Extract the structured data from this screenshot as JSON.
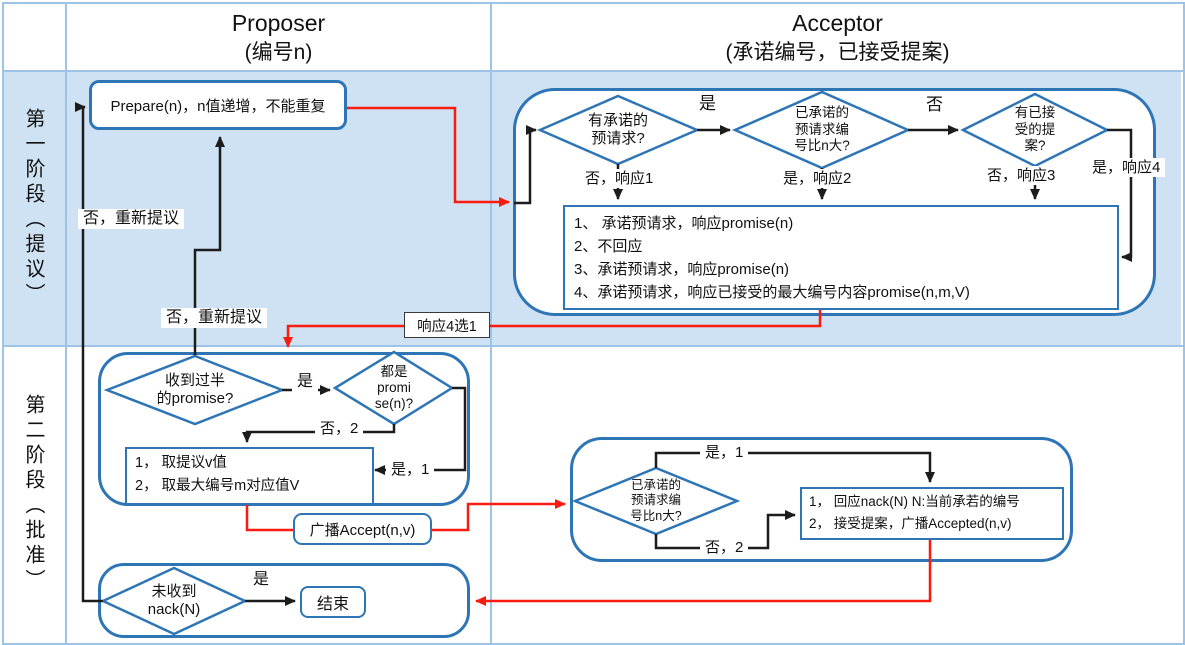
{
  "colors": {
    "accent_blue": "#2e75b6",
    "grid_blue": "#9dc3e6",
    "phase1_row_fill": "#cfe2f3",
    "arrow_black": "#1c1c1c",
    "arrow_red": "#f81d10"
  },
  "header": {
    "proposer_title": "Proposer",
    "proposer_subtitle": "(编号n)",
    "acceptor_title": "Acceptor",
    "acceptor_subtitle": "(承诺编号，已接受提案)"
  },
  "phases": {
    "phase1_label": "第一阶段（提议）",
    "phase2_label": "第二阶段（批准）"
  },
  "proposer_phase1": {
    "prepare_box": "Prepare(n)，n值递增，不能重复",
    "repropose_label_1": "否，重新提议",
    "repropose_label_2": "否，重新提议"
  },
  "acceptor_phase1": {
    "diamond_has_promised_prerequest": "有承诺的\n预请求?",
    "yes_label": "是",
    "diamond_promised_number_greater": "已承诺的\n预请求编\n号比n大?",
    "no_label": "否",
    "diamond_has_accepted_proposal": "有已接\n受的提\n案?",
    "branch_resp1": "否，响应1",
    "branch_resp2": "是，响应2",
    "branch_resp3": "否，响应3",
    "branch_resp4": "是，响应4",
    "responses": [
      "1、 承诺预请求，响应promise(n)",
      "2、不回应",
      "3、承诺预请求，响应promise(n)",
      "4、承诺预请求，响应已接受的最大编号内容promise(n,m,V)"
    ]
  },
  "link_resp4_pick1": "响应4选1",
  "proposer_phase2": {
    "diamond_majority_promise": "收到过半\n的promise?",
    "yes_label": "是",
    "diamond_all_promise": "都是\npromi\nse(n)?",
    "no2_label": "否，2",
    "yes1_label": "是，1",
    "value_box": [
      "1， 取提议v值",
      "2， 取最大编号m对应值V"
    ],
    "broadcast_accept": "广播Accept(n,v)"
  },
  "acceptor_phase2": {
    "diamond_promised_number_greater": "已承诺的\n预请求编\n号比n大?",
    "yes1_label": "是，1",
    "no2_label": "否，2",
    "action_box": [
      "1， 回应nack(N) N:当前承若的编号",
      "2， 接受提案，广播Accepted(n,v)"
    ]
  },
  "proposer_finish": {
    "diamond_no_nack": "未收到\nnack(N)",
    "yes_label": "是",
    "end_box": "结束"
  }
}
